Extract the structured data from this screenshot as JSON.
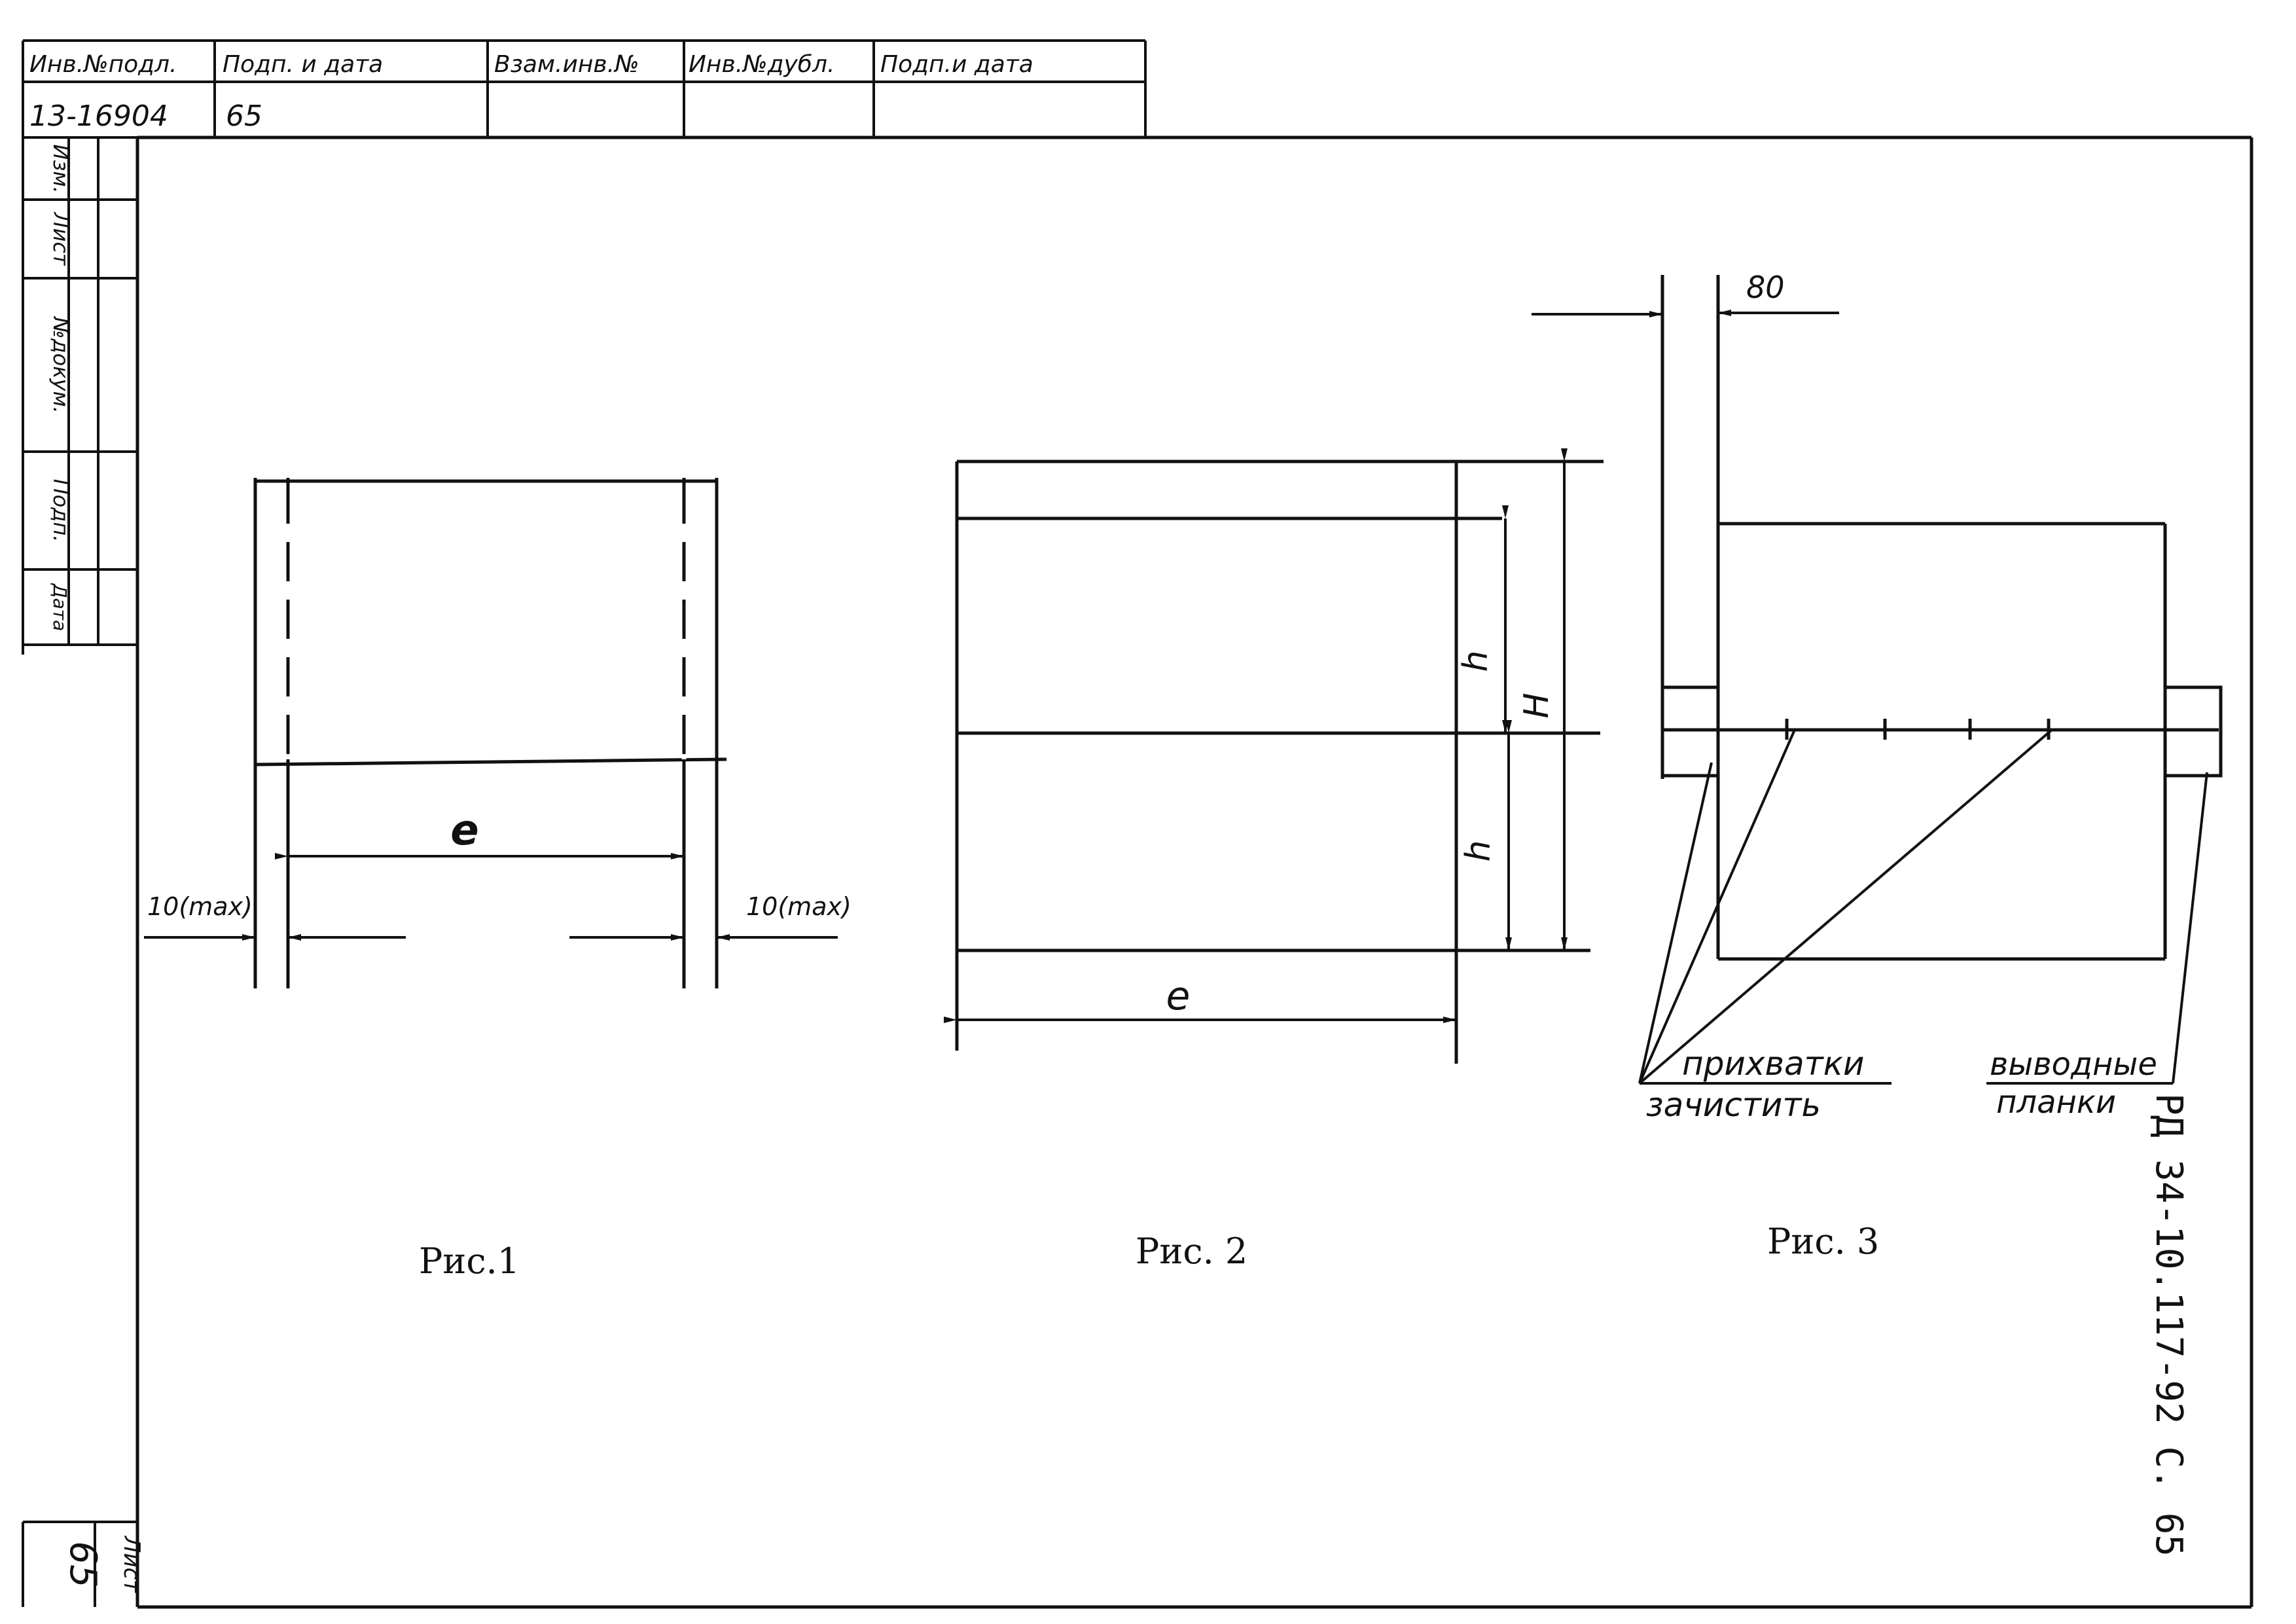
{
  "stamp": {
    "headers": [
      "Инв.№подл.",
      "Подп. и дата",
      "Взам.инв.№",
      "Инв.№дубл.",
      "Подп.и дата"
    ],
    "values": [
      "13-16904",
      "65",
      "",
      "",
      ""
    ]
  },
  "side_block": {
    "labels": [
      "Изм.",
      "Лист",
      "№докум.",
      "Подп.",
      "Дата"
    ],
    "sheet_label": "Лист",
    "sheet_number": "65"
  },
  "fig1": {
    "caption": "Рис.1",
    "dim_width": "е",
    "dim_left": "10(max)",
    "dim_right": "10(max)"
  },
  "fig2": {
    "caption": "Рис. 2",
    "dim_width": "е",
    "dim_h_top": "h",
    "dim_h_bottom": "h",
    "dim_H": "H"
  },
  "fig3": {
    "caption": "Рис. 3",
    "dim_80": "80",
    "label_tacks_1": "прихватки",
    "label_tacks_2": "зачистить",
    "label_runoff_1": "выводные",
    "label_runoff_2": "планки"
  },
  "doc_code": "РД 34-10.117-92 С. 65"
}
